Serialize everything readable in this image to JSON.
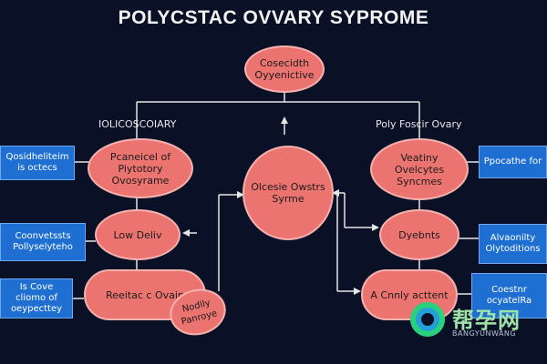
{
  "title": "POLYCSTAC OVVARY SYPROME",
  "nodes": {
    "top": "Cosecidth Oyyenictive",
    "center": "Olcesie Owstrs Syrme",
    "left_1": "Pcaneicel of Piytotory Ovosyrame",
    "left_2": "Low Deliv",
    "left_3": "Reeitac c Ovain",
    "left_3_overlay": "Nodlly Panroye",
    "right_1": "Veatiny Ovelcytes Syncmes",
    "right_2": "Dyebnts",
    "right_3": "A Cnnly acttent"
  },
  "section_labels": {
    "left": "IOLICOSCOIARY",
    "right": "Poly Foscir Ovary"
  },
  "side_boxes": {
    "left_1": "Qosidheliteim is octecs",
    "left_2": "Coonvetssts Pollyselyteho",
    "left_3": "Is Cove cliomo of oeypecttey",
    "right_1": "Ppocathe for",
    "right_2": "Alvaonilty Olytoditions",
    "right_3": "Coestnr ocyatelRa"
  },
  "watermark": {
    "brand": "帮孕网",
    "sub": "BANGYUNWANG"
  },
  "colors": {
    "background": "#0a1127",
    "node_fill": "#ec7470",
    "box_fill": "#1e6fd1"
  }
}
